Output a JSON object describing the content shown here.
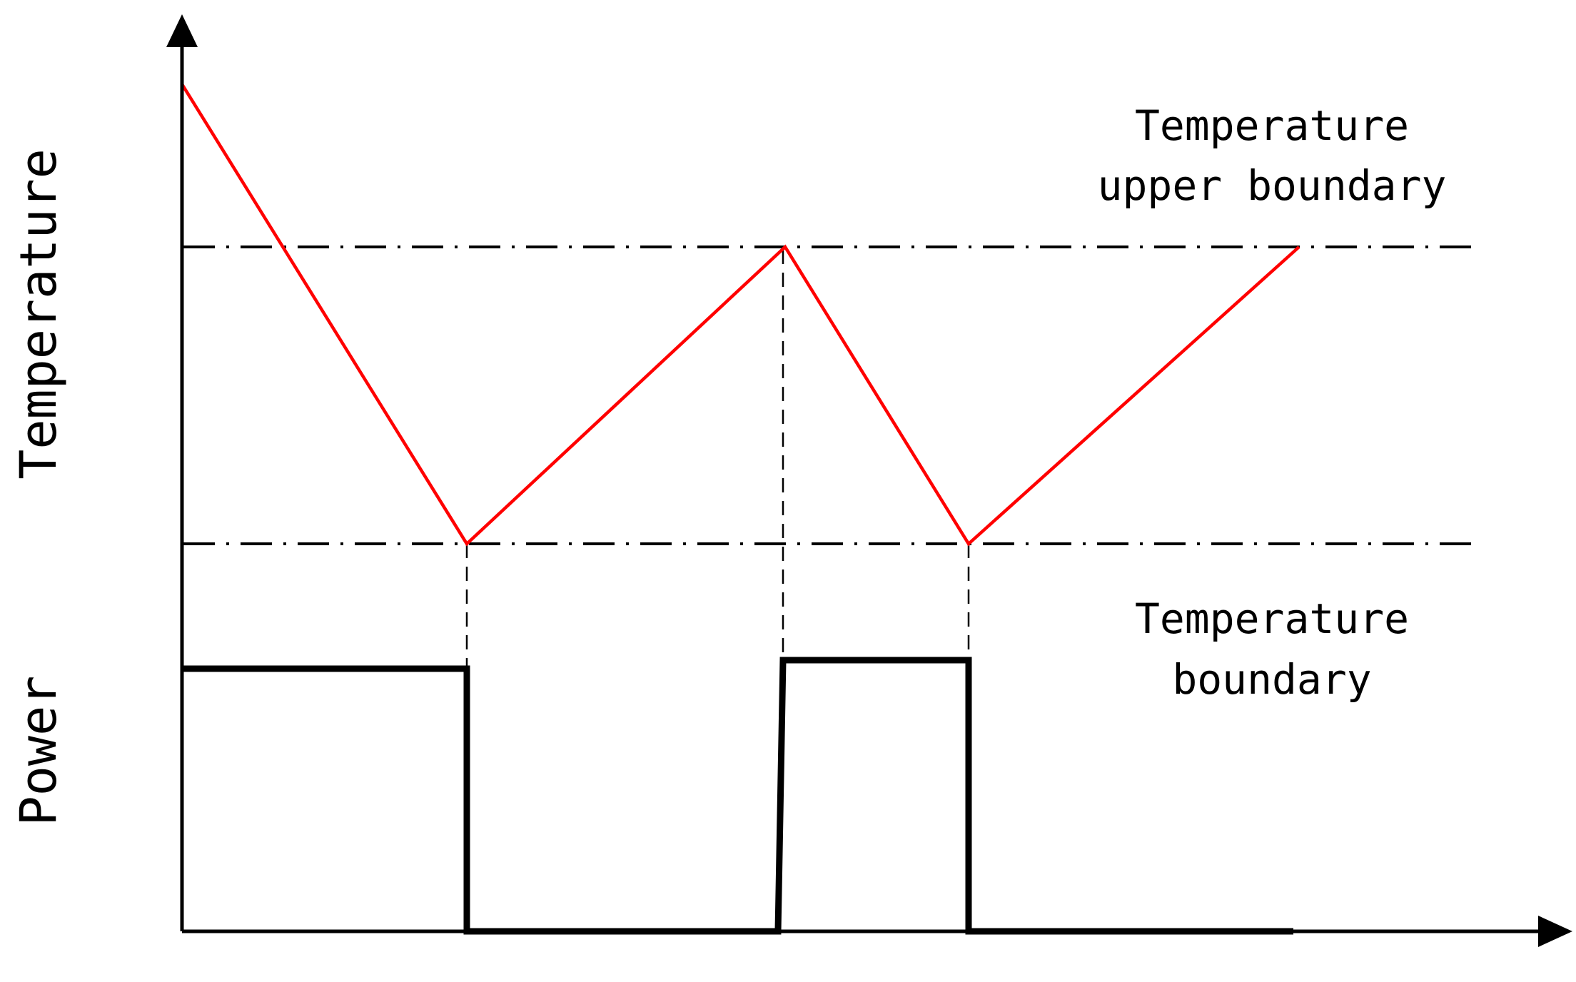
{
  "labels": {
    "y_axis_temperature": "Temperature",
    "y_axis_power": "Power",
    "upper_boundary_line1": "Temperature",
    "upper_boundary_line2": "upper boundary",
    "lower_boundary_line1": "Temperature",
    "lower_boundary_line2": "boundary"
  },
  "colors": {
    "temperature_curve": "#ff0000",
    "axes": "#000000",
    "power_curve": "#000000",
    "reference_lines": "#000000"
  }
}
